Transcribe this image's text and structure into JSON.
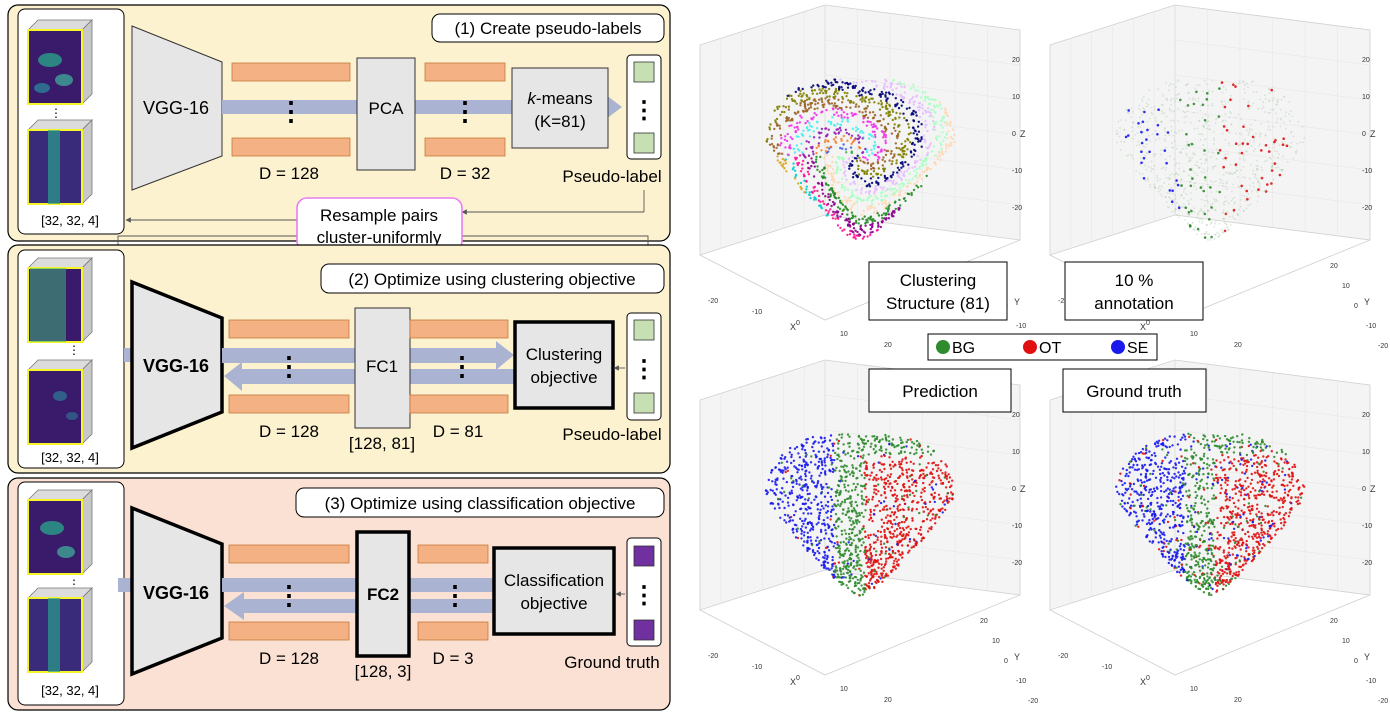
{
  "stage1": {
    "title": "(1) Create pseudo-labels",
    "network": "VGG-16",
    "reducer": "PCA",
    "clusterer_k": "k",
    "clusterer_rest": "-means",
    "clusterer_param": "(K=81)",
    "dim_a": "D = 128",
    "dim_b": "D = 32",
    "label_caption": "Pseudo-label",
    "input_shape": "[32, 32, 4]"
  },
  "resample": {
    "line1": "Resample pairs",
    "line2": "cluster-uniformly"
  },
  "stage2": {
    "title": "(2) Optimize using clustering objective",
    "network": "VGG-16",
    "layer": "FC1",
    "layer_shape": "[128, 81]",
    "objective_line1": "Clustering",
    "objective_line2": "objective",
    "dim_a": "D = 128",
    "dim_b": "D = 81",
    "label_caption": "Pseudo-label",
    "input_shape": "[32, 32, 4]"
  },
  "stage3": {
    "title": "(3) Optimize using classification objective",
    "network": "VGG-16",
    "layer": "FC2",
    "layer_shape": "[128, 3]",
    "objective_line1": "Classification",
    "objective_line2": "objective",
    "dim_a": "D = 128",
    "dim_b": "D = 3",
    "label_caption": "Ground truth",
    "input_shape": "[32, 32, 4]"
  },
  "plots": [
    {
      "caption_line1": "Clustering",
      "caption_line2": "Structure (81)",
      "coloring": "clusters"
    },
    {
      "caption_line1": "10 %",
      "caption_line2": "annotation",
      "coloring": "sparse"
    },
    {
      "caption_line1": "Prediction",
      "caption_line2": "",
      "coloring": "prediction"
    },
    {
      "caption_line1": "Ground truth",
      "caption_line2": "",
      "coloring": "ground-truth"
    }
  ],
  "axes": {
    "x_label": "X",
    "y_label": "Y",
    "z_label": "Z",
    "x_ticks": [
      "-20",
      "-10",
      "0",
      "10",
      "20"
    ],
    "y_ticks": [
      "20",
      "10",
      "0",
      "-10",
      "-20"
    ],
    "z_ticks": [
      "20",
      "10",
      "0",
      "-10",
      "-20"
    ]
  },
  "legend": [
    {
      "label": "BG",
      "color": "#2e8b2e"
    },
    {
      "label": "OT",
      "color": "#e01010"
    },
    {
      "label": "SE",
      "color": "#1a1aee"
    }
  ],
  "colors": {
    "stage_bg_1": "#fdf2cf",
    "stage_bg_2": "#fdf2cf",
    "stage_bg_3": "#fbe1d4",
    "feature_bar": "#f4b183",
    "flow_arrow": "#aab4d2",
    "block": "#e6e6e6",
    "pseudo_label": "#c6e0b4",
    "gt_label": "#7030a0",
    "resample_border": "#e77ff0",
    "patch_border": "#f5f52a",
    "patch_bg": "#3a1a6a"
  }
}
